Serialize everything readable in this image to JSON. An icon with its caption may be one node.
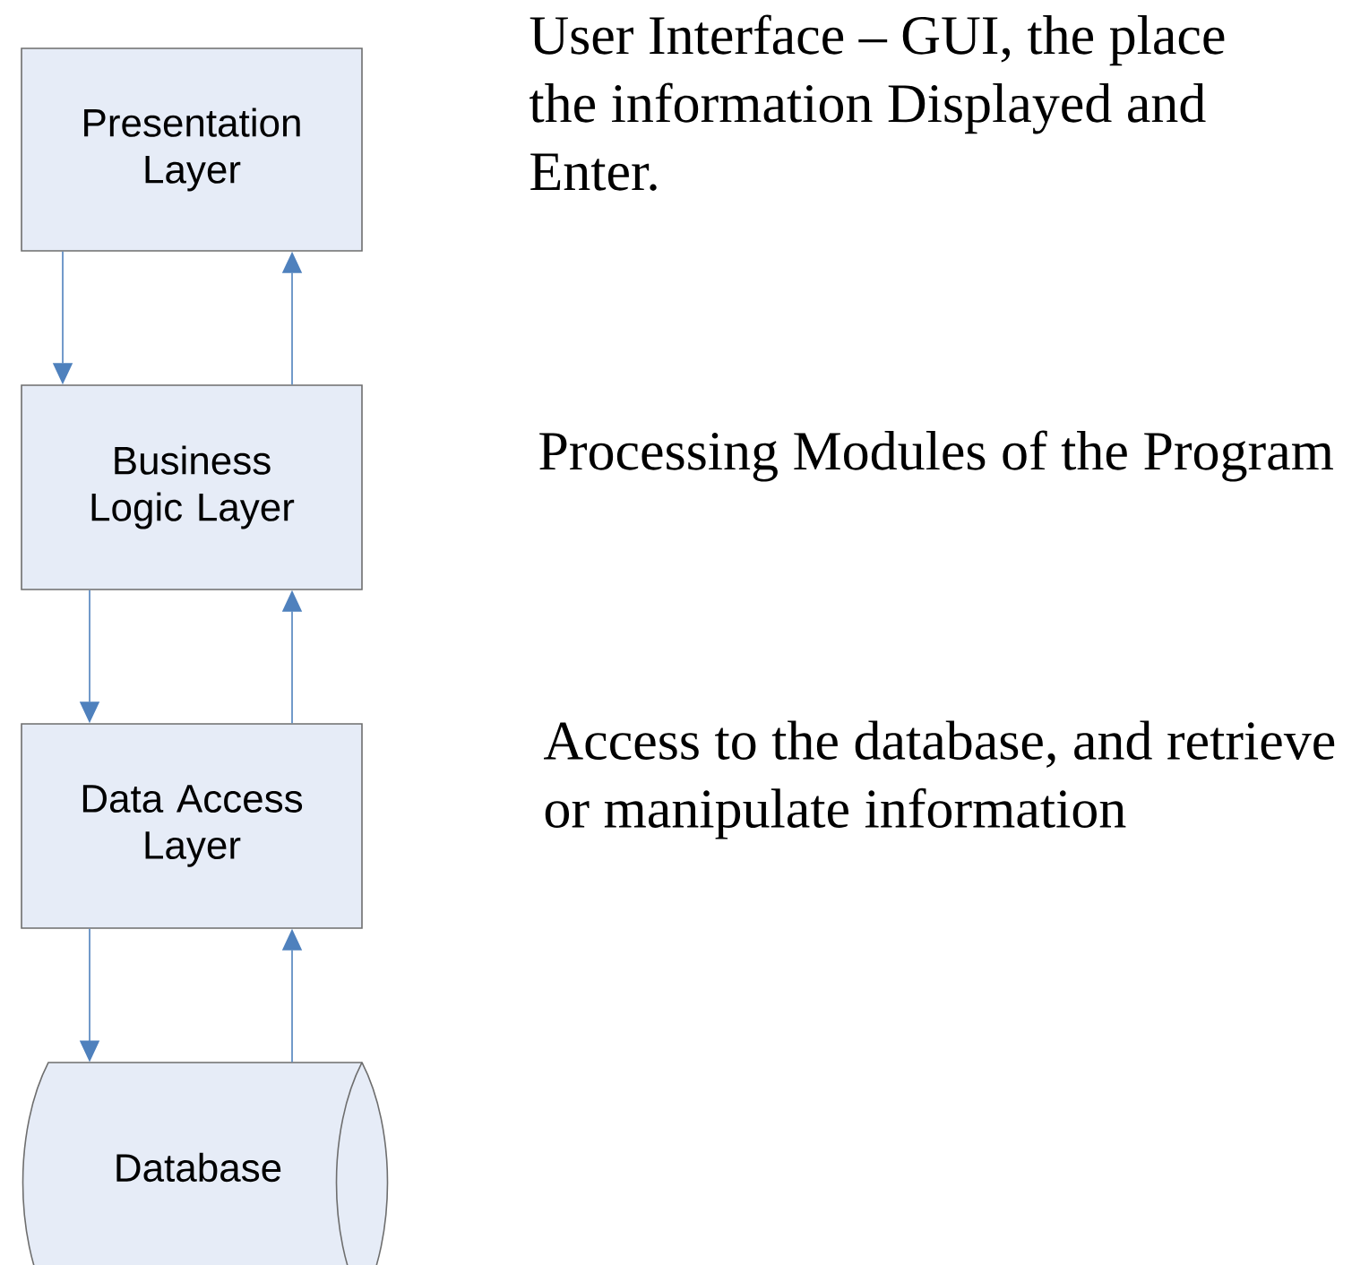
{
  "diagram": {
    "nodes": [
      {
        "text": [
          "Presentation Layer"
        ],
        "beside": [
          "User Interface – GUI, the place the information Displayed and Enter."
        ]
      },
      {
        "text": [
          "Business Logic Layer"
        ],
        "beside": [
          "Processing Modules of the Program"
        ]
      },
      {
        "text": [
          "Data Access Layer"
        ],
        "beside": [
          "Access to the database, and retrieve or manipulate information"
        ]
      },
      {
        "text": [
          "Database"
        ]
      }
    ],
    "edges": [
      {
        "from": 0,
        "to": 1,
        "arrow": "to"
      },
      {
        "from": 1,
        "to": 0,
        "arrow": "to"
      },
      {
        "from": 1,
        "to": 2,
        "arrow": "to"
      },
      {
        "from": 2,
        "to": 1,
        "arrow": "to"
      },
      {
        "from": 2,
        "to": 3,
        "arrow": "to"
      },
      {
        "from": 3,
        "to": 2,
        "arrow": "to"
      }
    ]
  }
}
